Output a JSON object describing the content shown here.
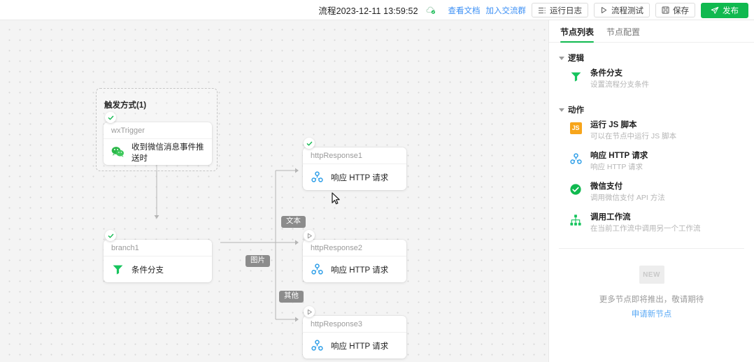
{
  "topbar": {
    "title": "流程2023-12-11 13:59:52",
    "cloud_icon": "cloud-sync-icon",
    "doc_link": "查看文档",
    "group_link": "加入交流群",
    "run_log_label": "运行日志",
    "run_log_icon": "list-icon",
    "flow_test_label": "流程测试",
    "flow_test_icon": "play-icon",
    "save_label": "保存",
    "save_icon": "save-icon",
    "publish_label": "发布",
    "publish_icon": "send-icon"
  },
  "canvas": {
    "trigger_group": {
      "title": "触发方式(1)",
      "node": {
        "name": "wxTrigger",
        "label": "收到微信消息事件推送时",
        "icon": "wechat-icon",
        "status": "success"
      }
    },
    "branch_node": {
      "name": "branch1",
      "label": "条件分支",
      "icon": "filter-icon",
      "status": "success"
    },
    "branch_labels": [
      "文本",
      "图片",
      "其他"
    ],
    "action_nodes": [
      {
        "name": "httpResponse1",
        "label": "响应 HTTP 请求",
        "icon": "http-icon",
        "status": "success"
      },
      {
        "name": "httpResponse2",
        "label": "响应 HTTP 请求",
        "icon": "http-icon",
        "status": "pending"
      },
      {
        "name": "httpResponse3",
        "label": "响应 HTTP 请求",
        "icon": "http-icon",
        "status": "pending"
      }
    ]
  },
  "panel": {
    "tabs": [
      {
        "label": "节点列表",
        "active": true
      },
      {
        "label": "节点配置",
        "active": false
      }
    ],
    "sections": [
      {
        "title": "逻辑",
        "items": [
          {
            "title": "条件分支",
            "desc": "设置流程分支条件",
            "icon": "filter-icon"
          }
        ]
      },
      {
        "title": "动作",
        "items": [
          {
            "title": "运行 JS 脚本",
            "desc": "可以在节点中运行 JS 脚本",
            "icon": "js-icon"
          },
          {
            "title": "响应 HTTP 请求",
            "desc": "响应 HTTP 请求",
            "icon": "http-icon"
          },
          {
            "title": "微信支付",
            "desc": "调用微信支付 API 方法",
            "icon": "wechat-pay-icon"
          },
          {
            "title": "调用工作流",
            "desc": "在当前工作流中调用另一个工作流",
            "icon": "workflow-icon"
          }
        ]
      }
    ],
    "empty": {
      "badge": "NEW",
      "text": "更多节点即将推出，敬请期待",
      "link": "申请新节点"
    }
  },
  "colors": {
    "accent_green": "#10b94f",
    "link_blue": "#3b8ff5",
    "http_blue": "#2f9fe8",
    "js_orange": "#f7a51b"
  }
}
